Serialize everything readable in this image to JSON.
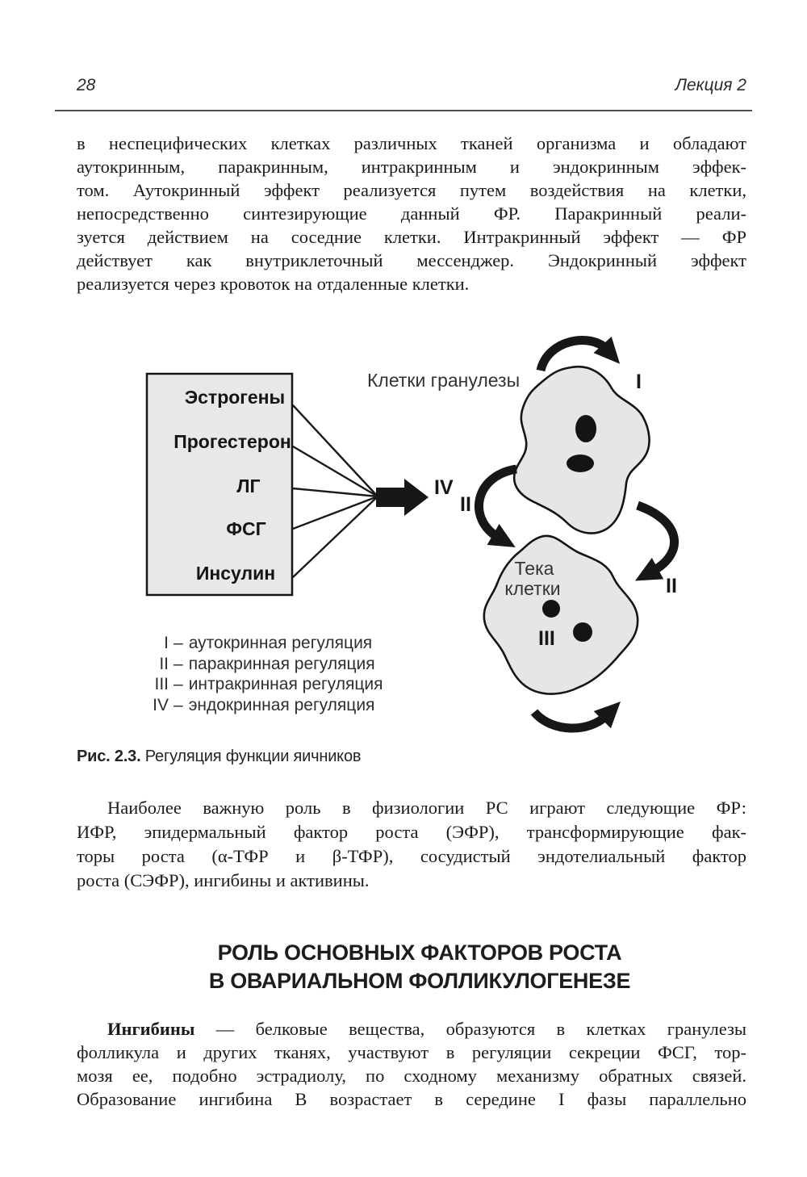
{
  "colors": {
    "ink": "#1b1b1b",
    "diagram_fill": "#e8e8e6",
    "page_background": "#ffffff"
  },
  "page": {
    "number": "28",
    "header_right": "Лекция 2"
  },
  "paragraph1": {
    "lines": [
      "в неспецифических клетках различных тканей организма и обладают",
      "аутокринным, паракринным, интракринным и эндокринным эффек-",
      "том. Аутокринный эффект реализуется путем воздействия на клетки,",
      "непосредственно синтезирующие данный ФР. Паракринный реали-",
      "зуется действием на соседние клетки. Интракринный эффект — ФР",
      "действует как внутриклеточный мессенджер. Эндокринный эффект",
      "реализуется через кровоток на отдаленные клетки."
    ]
  },
  "figure": {
    "source_box": {
      "items": [
        "Эстрогены",
        "Прогестерон",
        "ЛГ",
        "ФСГ",
        "Инсулин"
      ]
    },
    "granulosa_label": "Клетки гранулезы",
    "theca_label": [
      "Тека",
      "клетки"
    ],
    "marks": {
      "autocrine_granulosa": "I",
      "endocrine": "IV",
      "paracrine_near_arrow": "II",
      "paracrine_right": "II",
      "intracrine": "III"
    },
    "legend": {
      "separator": "–",
      "items": [
        {
          "numeral": "I",
          "label": "аутокринная регуляция"
        },
        {
          "numeral": "II",
          "label": "паракринная регуляция"
        },
        {
          "numeral": "III",
          "label": "интракринная регуляция"
        },
        {
          "numeral": "IV",
          "label": "эндокринная регуляция"
        }
      ]
    }
  },
  "caption": {
    "label": "Рис. 2.3.",
    "text": "Регуляция функции яичников"
  },
  "paragraph2": {
    "lines": [
      "Наиболее важную роль в физиологии РС играют следующие ФР:",
      "ИФР, эпидермальный фактор роста (ЭФР), трансформирующие фак-",
      "торы роста (α-ТФР и β-ТФР), сосудистый эндотелиальный фактор",
      "роста (СЭФР), ингибины и активины."
    ]
  },
  "heading": {
    "line1": "РОЛЬ ОСНОВНЫХ ФАКТОРОВ РОСТА",
    "line2": "В ОВАРИАЛЬНОМ ФОЛЛИКУЛОГЕНЕЗЕ"
  },
  "paragraph3": {
    "lead": "Ингибины",
    "line1_rest": "— белковые вещества, образуются в клетках гранулезы",
    "lines": [
      "фолликула и других тканях, участвуют в регуляции секреции ФСГ, тор-",
      "мозя ее, подобно эстрадиолу, по сходному механизму обратных связей.",
      "Образование ингибина В возрастает в середине I фазы параллельно"
    ]
  }
}
